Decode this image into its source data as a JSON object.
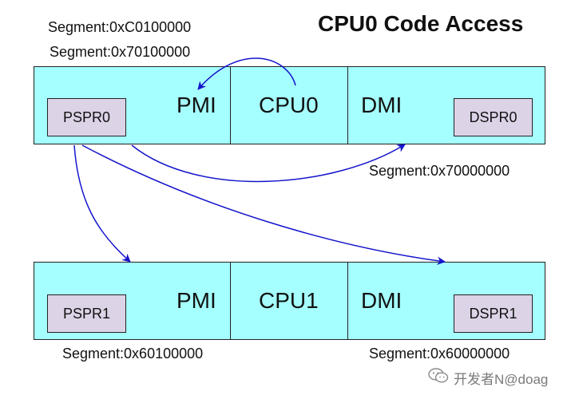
{
  "title": "CPU0 Code Access",
  "segments": {
    "cpu0_pmi_c": "Segment:0xC0100000",
    "cpu0_pmi_7": "Segment:0x70100000",
    "cpu0_dmi": "Segment:0x70000000",
    "cpu1_pmi": "Segment:0x60100000",
    "cpu1_dmi": "Segment:0x60000000"
  },
  "cpu0": {
    "pmi": "PMI",
    "cpu": "CPU0",
    "dmi": "DMI",
    "pspr": "PSPR0",
    "dspr": "DSPR0"
  },
  "cpu1": {
    "pmi": "PMI",
    "cpu": "CPU1",
    "dmi": "DMI",
    "pspr": "PSPR1",
    "dspr": "DSPR1"
  },
  "watermark": {
    "icon": "wechat-icon",
    "text": "开发者N@doag"
  },
  "colors": {
    "box_fill": "#a6ffff",
    "memory_fill": "#ddd3e7",
    "arrow": "#1414cc"
  }
}
